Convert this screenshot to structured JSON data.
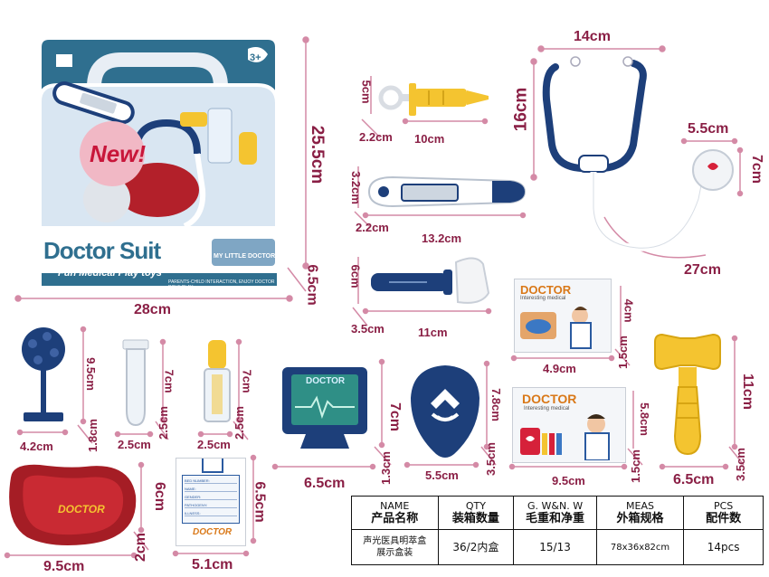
{
  "box": {
    "brand": "Doctor Suit",
    "tagline": "Fun Medical Play toys",
    "badge": "New!",
    "age": "3+",
    "panel_label": "MY LITTLE DOCTOR",
    "footer_text": "PARENTS-CHILD INTERACTION, ENJOY DOCTOR ROLE PLAY",
    "width_label": "28cm",
    "height_label": "25.5cm",
    "depth_label": "6.5cm"
  },
  "items": {
    "syringe": {
      "length": "10cm",
      "height": "5cm",
      "depth": "2.2cm"
    },
    "thermometer": {
      "length": "13.2cm",
      "height": "3.2cm",
      "depth": "2.2cm"
    },
    "stethoscope": {
      "width": "14cm",
      "height": "16cm",
      "chest_piece": "5.5cm",
      "chest_height": "7cm",
      "tube_length": "27cm"
    },
    "reflex_light": {
      "length": "11cm",
      "height": "6cm",
      "depth": "3.5cm"
    },
    "card_small": {
      "title": "DOCTOR",
      "subtitle": "Interesting medical",
      "width": "4.9cm",
      "height": "4cm",
      "depth": "1.5cm"
    },
    "card_large": {
      "title": "DOCTOR",
      "subtitle": "Interesting medical",
      "width": "9.5cm",
      "height": "5.8cm",
      "depth": "1.5cm"
    },
    "mirror": {
      "width": "4.2cm",
      "height": "9.5cm",
      "depth": "1.8cm"
    },
    "tube": {
      "width": "2.5cm",
      "height": "7cm",
      "depth": "2.5cm"
    },
    "bottle": {
      "width": "2.5cm",
      "height": "7cm",
      "depth": "2.5cm"
    },
    "monitor": {
      "label": "DOCTOR",
      "width": "6.5cm",
      "height": "7cm",
      "depth": "1.3cm"
    },
    "otoscope": {
      "width": "5.5cm",
      "height": "7.8cm",
      "depth": "3.5cm"
    },
    "hammer": {
      "width": "6.5cm",
      "height": "11cm",
      "depth": "3.5cm"
    },
    "tray": {
      "label": "DOCTOR",
      "width": "9.5cm",
      "height": "6cm",
      "depth": "2cm"
    },
    "badge_card": {
      "lines": [
        "BED NUMBER:",
        "NAME:",
        "GENDER:",
        "PATHOGENY:",
        "ILLNESS:"
      ],
      "label": "DOCTOR",
      "width": "5.1cm",
      "height": "6.5cm"
    }
  },
  "spec_table": {
    "headers": [
      {
        "en": "NAME",
        "cn": "产品名称"
      },
      {
        "en": "QTY",
        "cn": "装箱数量"
      },
      {
        "en": "G. W&N. W",
        "cn": "毛重和净重"
      },
      {
        "en": "MEAS",
        "cn": "外箱规格"
      },
      {
        "en": "PCS",
        "cn": "配件数"
      }
    ],
    "values": {
      "name_line1": "声光医具明萃盒",
      "name_line2": "展示盒装",
      "qty": "36/2内盒",
      "weight": "15/13",
      "meas": "78x36x82cm",
      "pcs": "14pcs"
    }
  },
  "colors": {
    "dimension_text": "#8a1f45",
    "dimension_line": "#d48aa6",
    "navy": "#1d3f7a",
    "yellow": "#f4c430",
    "red": "#b3202a",
    "box_teal": "#2f6f8f"
  }
}
